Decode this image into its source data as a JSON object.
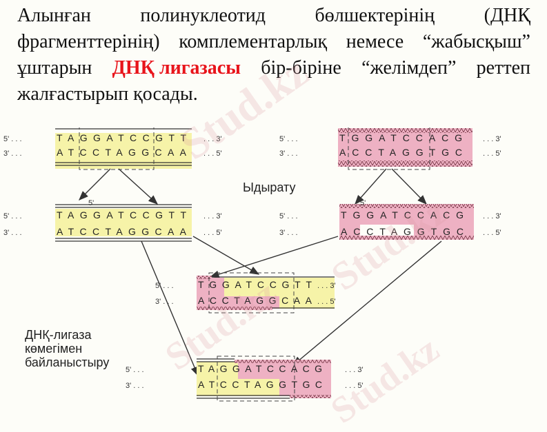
{
  "paragraph": {
    "line1": [
      "Алынған",
      "полинуклеотид",
      "бөлшектерінің",
      "(ДНҚ"
    ],
    "line2": [
      "фрагменттерінің)",
      "комплементарлық",
      "немесе",
      "“жабысқыш”"
    ],
    "line3_start": "ұштарын",
    "line3_highlight": "ДНҚ лигазасы",
    "line3_rest": [
      "бір-біріне",
      "“желімдеп”",
      "реттеп"
    ],
    "line4": "жалғастырып қосады."
  },
  "diagram": {
    "label_cleavage": "Ыдырату",
    "label_ligation": [
      "ДНҚ-лигаза",
      "көмегімен",
      "байланыстыру"
    ],
    "end_5": "5'",
    "end_3": "3'",
    "dots": ". . .",
    "fragment_a": {
      "top": "TAGGATCCGTT",
      "bottom": "ATCCTAGGCAA"
    },
    "fragment_b": {
      "top": "TGGATCCACG",
      "bottom": "ACCTAGGTGC"
    },
    "hybrid_1": {
      "top": "TGGATCCGTT",
      "bottom": "ACCTAGGCAA"
    },
    "hybrid_2": {
      "top": "TAGGATCCACG",
      "bottom": "ATCCTAGGTGC"
    },
    "colors": {
      "yellow": "#f6f3a8",
      "pink": "#eeb1c3",
      "red_text": "#e8141b"
    }
  },
  "watermark": "Stud.kz"
}
